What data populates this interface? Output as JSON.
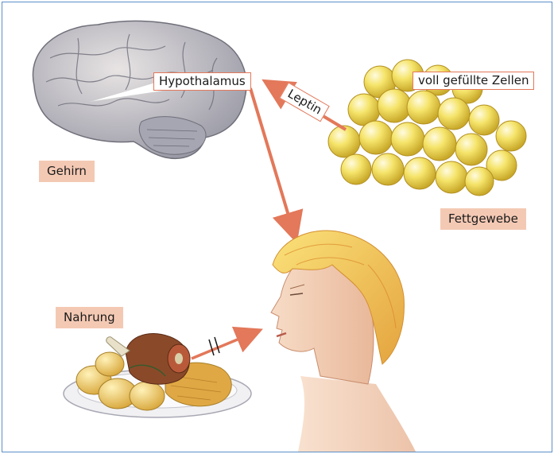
{
  "labels": {
    "hypothalamus": "Hypothalamus",
    "leptin": "Leptin",
    "cells": "voll gefüllte Zellen",
    "brain": "Gehirn",
    "fat": "Fettgewebe",
    "food": "Nahrung"
  },
  "colors": {
    "frame": "#5b8fc7",
    "arrow": "#e3785a",
    "label_fill": "#f4c9b4",
    "fat_cell": "#f2dd4a"
  },
  "icons": {
    "brain": "brain-illustration",
    "fat": "fat-cells-illustration",
    "person": "person-profile-illustration",
    "food": "food-plate-illustration"
  }
}
